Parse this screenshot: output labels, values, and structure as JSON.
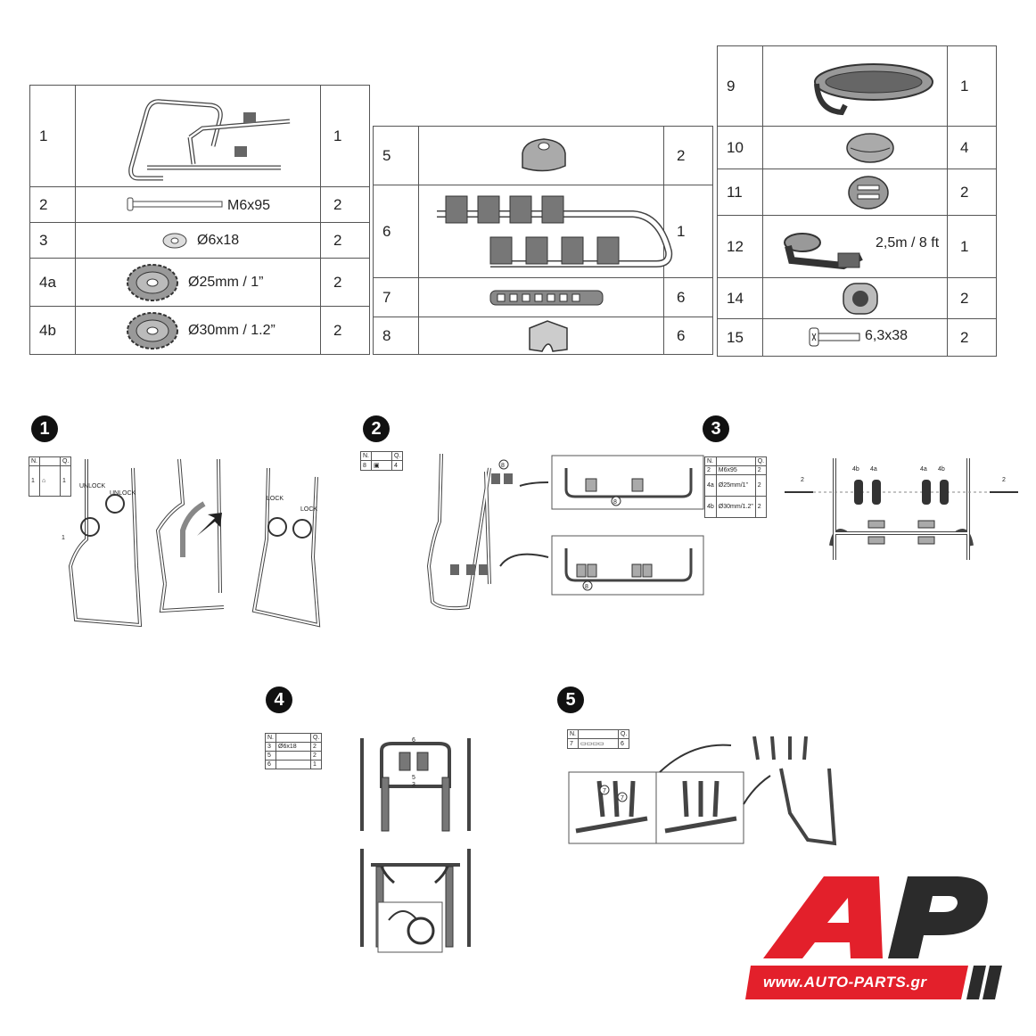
{
  "parts_left": [
    {
      "n": "1",
      "q": "1",
      "icon": "rack-frame"
    },
    {
      "n": "2",
      "q": "2",
      "icon": "bolt",
      "caption": "M6x95"
    },
    {
      "n": "3",
      "q": "2",
      "icon": "washer",
      "caption": "Ø6x18"
    },
    {
      "n": "4a",
      "q": "2",
      "icon": "pad",
      "caption": "Ø25mm / 1”"
    },
    {
      "n": "4b",
      "q": "2",
      "icon": "pad",
      "caption": "Ø30mm / 1.2”"
    }
  ],
  "parts_mid": [
    {
      "n": "5",
      "q": "2",
      "icon": "knob"
    },
    {
      "n": "6",
      "q": "1",
      "icon": "bike-arm"
    },
    {
      "n": "7",
      "q": "6",
      "icon": "strap"
    },
    {
      "n": "8",
      "q": "6",
      "icon": "clip"
    }
  ],
  "parts_right": [
    {
      "n": "9",
      "q": "1",
      "icon": "strap-roll"
    },
    {
      "n": "10",
      "q": "4",
      "icon": "foam-pad"
    },
    {
      "n": "11",
      "q": "2",
      "icon": "buckle"
    },
    {
      "n": "12",
      "q": "1",
      "icon": "ratchet-strap",
      "caption": "2,5m / 8 ft"
    },
    {
      "n": "14",
      "q": "2",
      "icon": "cap"
    },
    {
      "n": "15",
      "q": "2",
      "icon": "screw",
      "caption": "6,3x38"
    }
  ],
  "steps": {
    "s1": {
      "num": "1",
      "hdr_n": "N.",
      "hdr_q": "Q.",
      "row_n": "1",
      "row_q": "1",
      "unlock": "UNLOCK",
      "lock": "LOCK",
      "callout": "1"
    },
    "s2": {
      "num": "2",
      "hdr_n": "N.",
      "hdr_q": "Q.",
      "row_n": "8",
      "row_q": "4",
      "callout": "8"
    },
    "s3": {
      "num": "3",
      "hdr_n": "N.",
      "hdr_q": "Q.",
      "rows": [
        {
          "n": "2",
          "c": "M6x95",
          "q": "2"
        },
        {
          "n": "4a",
          "c": "Ø25mm/1”",
          "q": "2"
        },
        {
          "n": "4b",
          "c": "Ø30mm/1.2”",
          "q": "2"
        }
      ],
      "callouts": {
        "bolt": "2",
        "a": "4a",
        "b": "4b"
      }
    },
    "s4": {
      "num": "4",
      "hdr_n": "N.",
      "hdr_q": "Q.",
      "rows": [
        {
          "n": "3",
          "c": "Ø6x18",
          "q": "2"
        },
        {
          "n": "5",
          "c": "",
          "q": "2"
        },
        {
          "n": "6",
          "c": "",
          "q": "1"
        }
      ],
      "callouts": {
        "c6": "6",
        "c5": "5",
        "c3": "3"
      }
    },
    "s5": {
      "num": "5",
      "hdr_n": "N.",
      "hdr_q": "Q.",
      "row_n": "7",
      "row_q": "6",
      "callout": "7"
    }
  },
  "logo": {
    "letters_a": "A",
    "letters_p": "P",
    "url": "www.AUTO-PARTS.gr",
    "red": "#e3202b",
    "dark": "#2b2b2b"
  }
}
